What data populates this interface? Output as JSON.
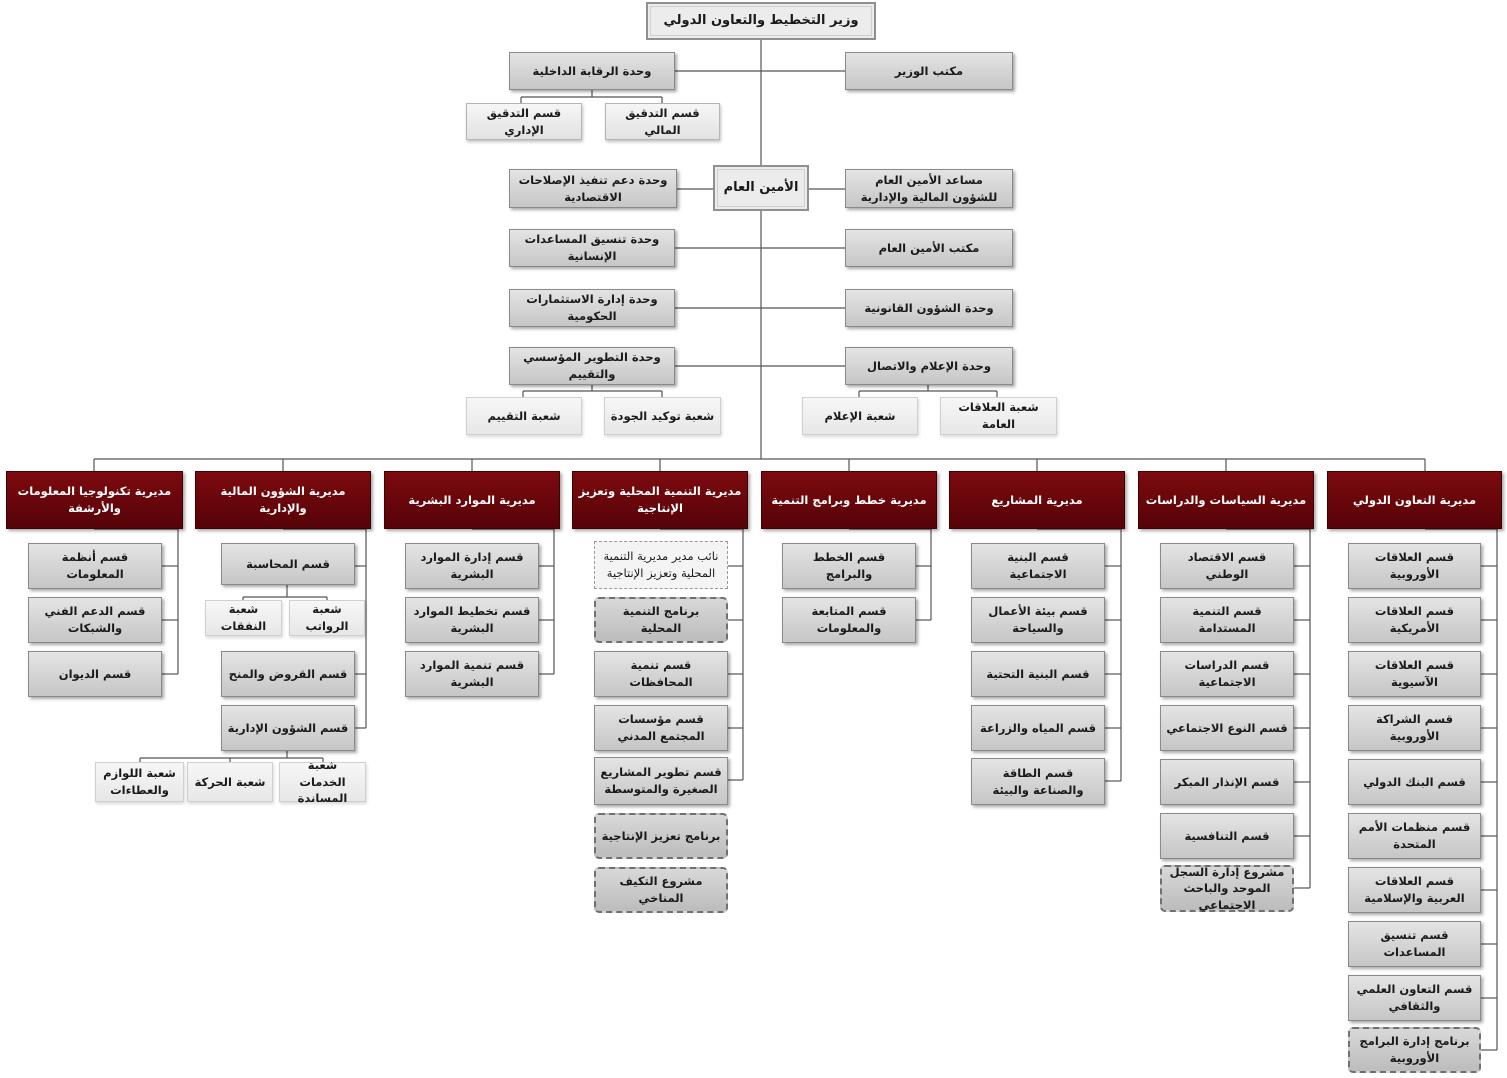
{
  "minister": "وزير التخطيط والتعاون الدولي",
  "minister_office": "مكتب الوزير",
  "internal_audit": {
    "label": "وحدة الرقابة الداخلية",
    "financial_audit": "قسم التدقيق المالي",
    "admin_audit": "قسم التدقيق الإداري"
  },
  "secretary_general": "الأمين العام",
  "right_units": {
    "assistant_sg": "مساعد الأمين العام للشؤون المالية والإدارية",
    "sg_office": "مكتب الأمين العام",
    "legal": "وحدة الشؤون القانونية",
    "media": "وحدة الإعلام والاتصال",
    "public_relations": "شعبة العلاقات العامة",
    "media_branch": "شعبة الإعلام"
  },
  "left_units": {
    "reforms": "وحدة دعم تنفيذ الإصلاحات الاقتصادية",
    "humanitarian": "وحدة تنسيق المساعدات الإنسانية",
    "investments": "وحدة إدارة الاستثمارات الحكومية",
    "development": "وحدة التطوير المؤسسي والتقييم",
    "quality": "شعبة توكيد الجودة",
    "evaluation": "شعبة التقييم"
  },
  "directorates": {
    "intl": {
      "label": "مديرية التعاون الدولي",
      "items": [
        "قسم العلاقات الأوروبية",
        "قسم العلاقات الأمريكية",
        "قسم العلاقات الآسيوية",
        "قسم الشراكة الأوروبية",
        "قسم البنك الدولي",
        "قسم منظمات الأمم المتحدة",
        "قسم العلاقات العربية والإسلامية",
        "قسم تنسيق المساعدات",
        "قسم التعاون العلمي والثقافي"
      ],
      "program": "برنامج إدارة البرامج الأوروبية"
    },
    "policies": {
      "label": "مديرية السياسات والدراسات",
      "items": [
        "قسم الاقتصاد الوطني",
        "قسم التنمية المستدامة",
        "قسم الدراسات الاجتماعية",
        "قسم النوع الاجتماعي",
        "قسم الإنذار المبكر",
        "قسم التنافسية"
      ],
      "program": "مشروع إدارة السجل الموحد والباحث الاجتماعي"
    },
    "projects": {
      "label": "مديرية المشاريع",
      "items": [
        "قسم البنية الاجتماعية",
        "قسم بيئة الأعمال والسياحة",
        "قسم البنية التحتية",
        "قسم المياه والزراعة",
        "قسم الطاقة والصناعة والبيئة"
      ]
    },
    "plans": {
      "label": "مديرية خطط وبرامج التنمية",
      "items": [
        "قسم الخطط والبرامج",
        "قسم المتابعة والمعلومات"
      ]
    },
    "local": {
      "label": "مديرية التنمية المحلية وتعزيز الإنتاجية",
      "deputy": "نائب مدير مديرية التنمية المحلية وتعزيز الإنتاجية",
      "program1": "برنامج التنمية المحلية",
      "items": [
        "قسم تنمية المحافظات",
        "قسم مؤسسات المجتمع المدني",
        "قسم تطوير المشاريع الصغيرة والمتوسطة"
      ],
      "program2": "برنامج تعزيز الإنتاجية",
      "program3": "مشروع التكيف المناخي"
    },
    "hr": {
      "label": "مديرية الموارد البشرية",
      "items": [
        "قسم إدارة الموارد البشرية",
        "قسم تخطيط الموارد البشرية",
        "قسم تنمية الموارد البشرية"
      ]
    },
    "finance": {
      "label": "مديرية الشؤون المالية والإدارية",
      "accounting": "قسم المحاسبة",
      "salaries": "شعبة الرواتب",
      "expenses": "شعبة النفقات",
      "loans": "قسم القروض والمنح",
      "admin": "قسم الشؤون الإدارية",
      "support": "شعبة الخدمات المساندة",
      "transport": "شعبة الحركة",
      "supplies": "شعبة اللوازم والعطاءات"
    },
    "it": {
      "label": "مديرية تكنولوجيا المعلومات والأرشفة",
      "items": [
        "قسم أنظمة المعلومات",
        "قسم الدعم الفني والشبكات",
        "قسم الديوان"
      ]
    }
  }
}
